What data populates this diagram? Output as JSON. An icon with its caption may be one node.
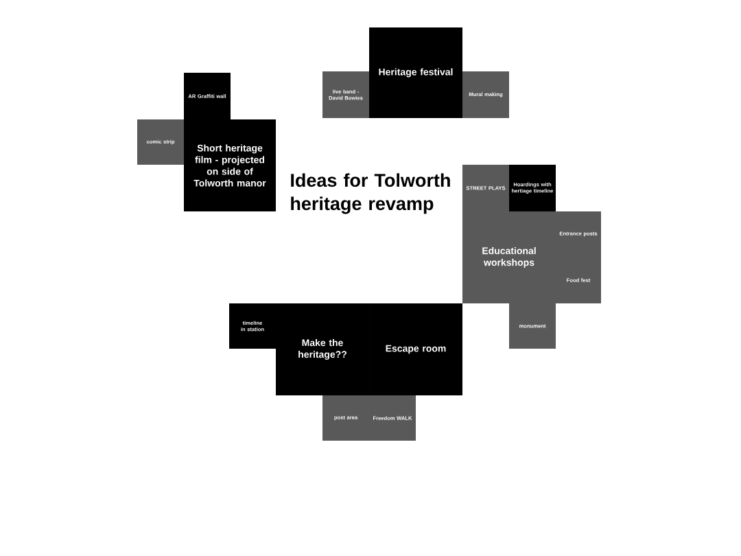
{
  "diagram": {
    "title": "Ideas for Tolworth heritage revamp",
    "nodes": [
      {
        "text": [
          "Heritage festival"
        ]
      },
      {
        "text": [
          "live band - David Bowies"
        ]
      },
      {
        "text": [
          "Mural making"
        ]
      },
      {
        "text": [
          "AR Graffiti wall"
        ]
      },
      {
        "text": [
          "comic strip"
        ]
      },
      {
        "text": [
          "Short heritage film - projected on side of Tolworth manor"
        ]
      },
      {
        "text": [
          "STREET PLAYS"
        ]
      },
      {
        "text": [
          "Hoardings with hertiage timeline"
        ]
      },
      {
        "text": [
          "Educational workshops"
        ]
      },
      {
        "text": [
          "Entrance posts"
        ]
      },
      {
        "text": [
          "Food fest"
        ]
      },
      {
        "text": [
          "monument"
        ]
      },
      {
        "text": [
          "timeline in station"
        ]
      },
      {
        "text": [
          "Make the heritage??"
        ]
      },
      {
        "text": [
          "Escape room"
        ]
      },
      {
        "text": [
          "post area"
        ]
      },
      {
        "text": [
          "Freedom WALK"
        ]
      }
    ]
  }
}
